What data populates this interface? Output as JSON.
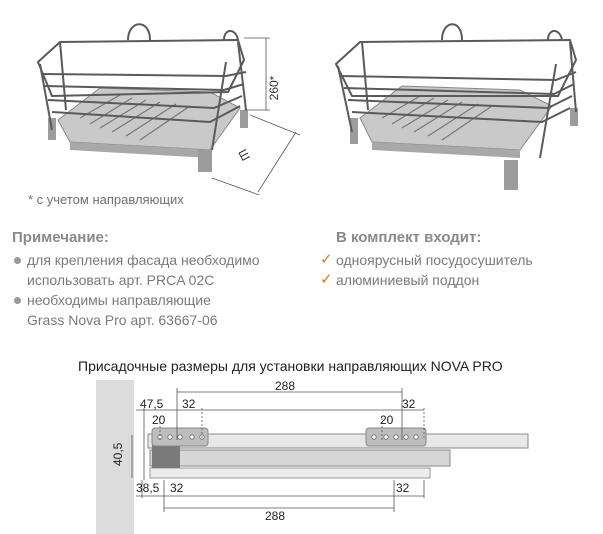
{
  "drawing_labels": {
    "height": "260*",
    "width": "Ш"
  },
  "footnote": "* с учетом направляющих",
  "note": {
    "title": "Примечание:",
    "items": [
      {
        "line1": "для крепления фасада необходимо",
        "line2": "использовать арт. PRCA 02C"
      },
      {
        "line1": "необходимы направляющие",
        "line2": "Grass Nova Pro арт. 63667-06"
      }
    ]
  },
  "kit": {
    "title": "В комплект входит:",
    "items": [
      "одноярусный посудосушитель",
      "алюминиевый поддон"
    ]
  },
  "dimensions": {
    "title": "Присадочные размеры для установки направляющих NOVA PRO",
    "top_span": "288",
    "left_offset_top": "47,5",
    "left_spacing_top": "32",
    "left_inner_top": "20",
    "right_inner_top": "20",
    "right_spacing_top": "32",
    "height": "40,5",
    "left_offset_bottom": "38,5",
    "left_spacing_bottom": "32",
    "right_spacing_bottom": "32",
    "bottom_span": "288"
  },
  "colors": {
    "wire": "#5a5a5a",
    "tray": "#b8b8b8",
    "check": "#e07a1f",
    "bullet": "#9a9a9a"
  }
}
